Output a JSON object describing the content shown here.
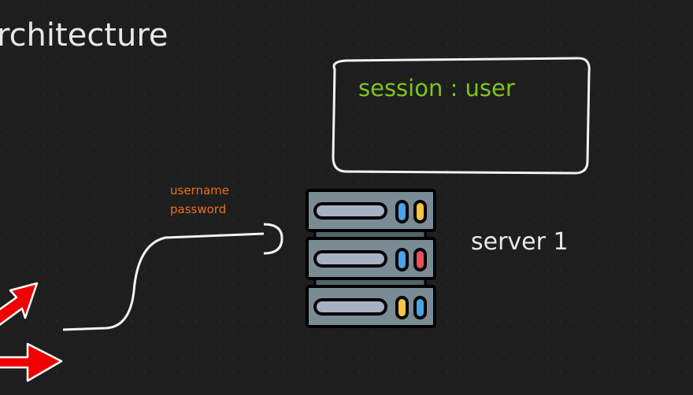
{
  "title": "rchitecture",
  "session_box": {
    "text": "session : user"
  },
  "credentials": {
    "line1": "username",
    "line2": "password"
  },
  "server": {
    "label": "server 1"
  },
  "colors": {
    "background": "#1e1e1e",
    "session_text": "#7cc520",
    "credentials_text": "#e8701a",
    "arrow": "#f00000"
  }
}
